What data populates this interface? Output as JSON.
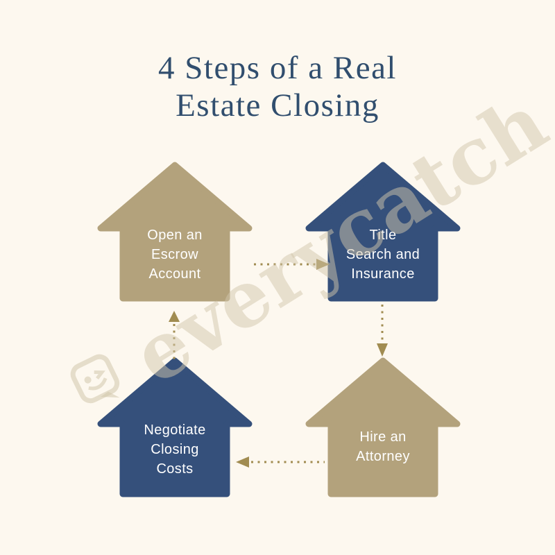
{
  "title": {
    "line1": "4 Steps of a Real",
    "line2": "Estate Closing"
  },
  "steps": [
    {
      "label_lines": [
        "Open an",
        "Escrow",
        "Account"
      ]
    },
    {
      "label_lines": [
        "Title",
        "Search and",
        "Insurance"
      ]
    },
    {
      "label_lines": [
        "Hire an",
        "Attorney"
      ]
    },
    {
      "label_lines": [
        "Negotiate",
        "Closing",
        "Costs"
      ]
    }
  ],
  "flow": {
    "arrow_1": "step-1 to step-2, dotted, points right",
    "arrow_2": "step-2 to step-3, dotted, points down",
    "arrow_3": "step-3 to step-4, dotted, points left",
    "arrow_4": "step-4 to step-1, dotted, points up"
  },
  "watermark": {
    "text": "everycatch",
    "logo_icon": "winking-smiley-badge-icon"
  },
  "colors": {
    "background": "#fdf8ef",
    "navy_house": "#35507b",
    "tan_house": "#b3a27c",
    "arrow_gold": "#a18c51",
    "title_text": "#314e6e",
    "step_text": "#ffffff",
    "watermark_tint": "#d2c6ac"
  }
}
